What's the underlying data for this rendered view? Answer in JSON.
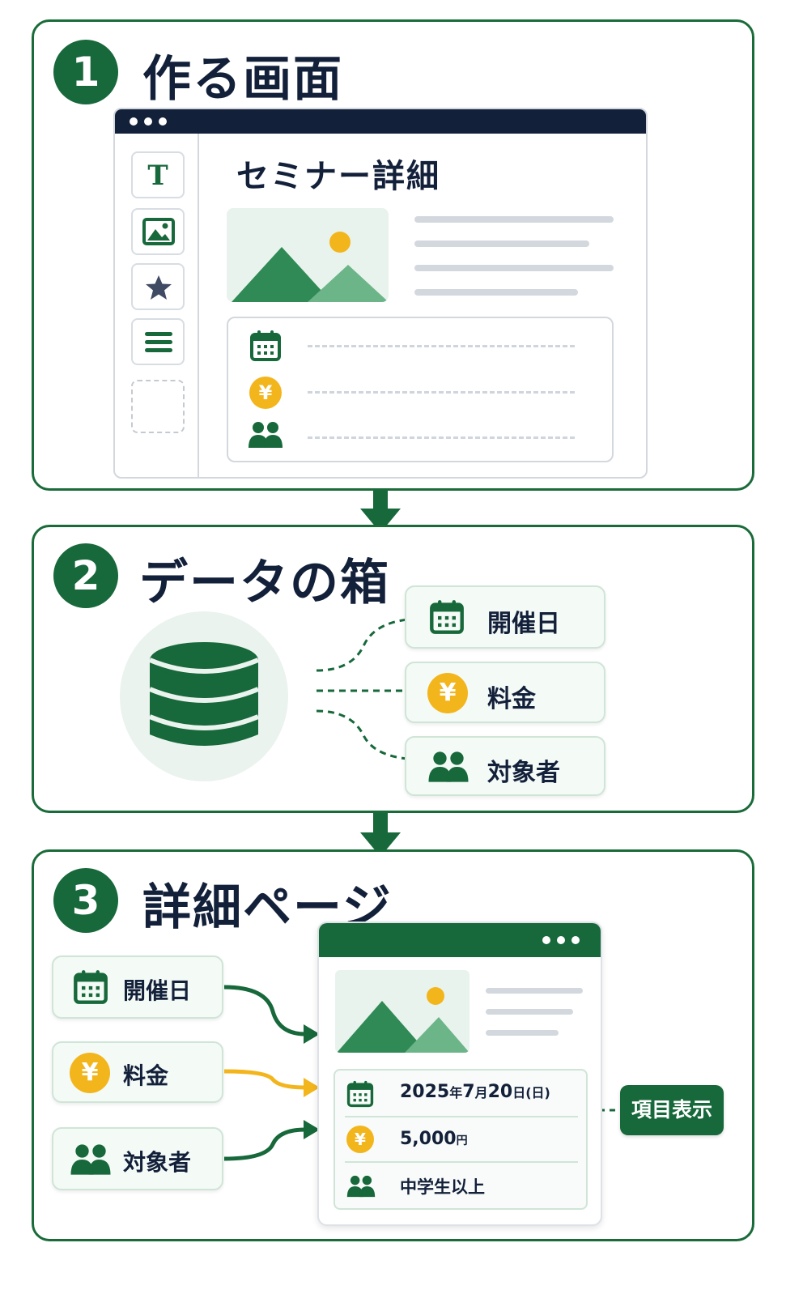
{
  "step1": {
    "number": "1",
    "title": "作る画面",
    "editor": {
      "page_heading": "セミナー詳細",
      "tools": [
        "text-tool",
        "image-tool",
        "star-tool",
        "list-tool",
        "empty-slot"
      ],
      "text_tool_glyph": "T",
      "yen_glyph": "¥"
    }
  },
  "step2": {
    "number": "2",
    "title": "データの箱",
    "fields": [
      {
        "label": "開催日",
        "icon": "calendar-icon"
      },
      {
        "label": "料金",
        "icon": "yen-icon"
      },
      {
        "label": "対象者",
        "icon": "people-icon"
      }
    ],
    "yen_glyph": "¥"
  },
  "step3": {
    "number": "3",
    "title": "詳細ページ",
    "fields": [
      {
        "label": "開催日",
        "icon": "calendar-icon"
      },
      {
        "label": "料金",
        "icon": "yen-icon"
      },
      {
        "label": "対象者",
        "icon": "people-icon"
      }
    ],
    "detail": {
      "date_year": "2025",
      "date_year_unit": "年",
      "date_month": "7",
      "date_month_unit": "月",
      "date_day": "20",
      "date_day_unit": "日",
      "date_weekday": "(日)",
      "price_value": "5,000",
      "price_unit": "円",
      "audience": "中学生以上"
    },
    "badge": "項目表示",
    "yen_glyph": "¥"
  },
  "colors": {
    "primary_green": "#17683a",
    "accent_yellow": "#f3b51c",
    "navy": "#13203a"
  }
}
